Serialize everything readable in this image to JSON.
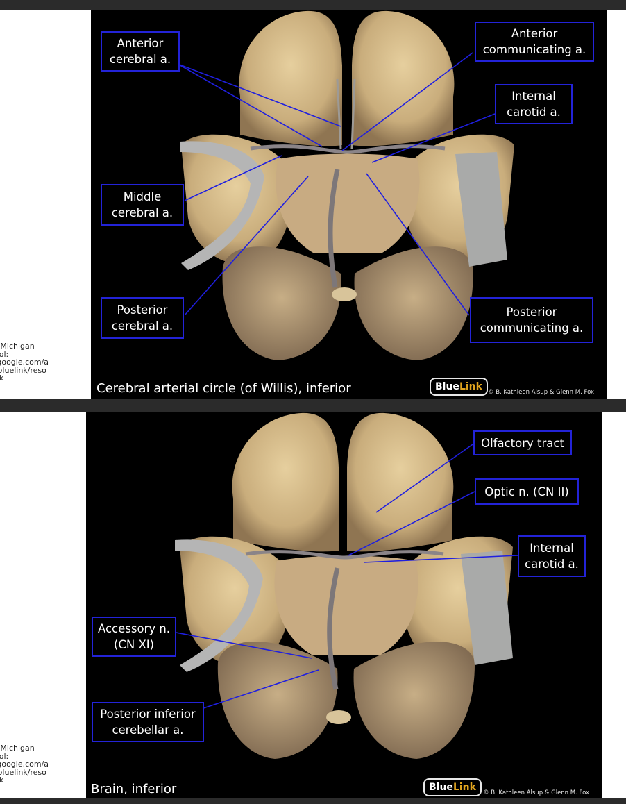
{
  "credits": [
    "ty of Michigan\n School:\nites.google.com/a\nedu/bluelink/reso\nuelink",
    "ty of Michigan\n School:\nites.google.com/a\nedu/bluelink/reso\nuelink"
  ],
  "slide1": {
    "labels": {
      "anterior_cerebral": "Anterior\ncerebral a.",
      "anterior_communicating": "Anterior\ncommunicating a.",
      "internal_carotid": "Internal\ncarotid a.",
      "middle_cerebral": "Middle\ncerebral a.",
      "posterior_cerebral": "Posterior\ncerebral a.",
      "posterior_communicating": "Posterior\ncommunicating a."
    },
    "caption": "Cerebral arterial circle (of Willis), inferior",
    "logo_part1": "Blue",
    "logo_part2": "Link",
    "copyright": "© B. Kathleen Alsup & Glenn M. Fox"
  },
  "slide2": {
    "labels": {
      "olfactory_tract": "Olfactory tract",
      "optic_nerve": "Optic n. (CN II)",
      "internal_carotid": "Internal\ncarotid a.",
      "accessory_nerve": "Accessory n.\n(CN XI)",
      "posterior_inferior_cerebellar": "Posterior inferior\ncerebellar a."
    },
    "caption": "Brain, inferior",
    "logo_part1": "Blue",
    "logo_part2": "Link",
    "copyright": "© B. Kathleen Alsup & Glenn M. Fox"
  },
  "colors": {
    "label_border": "#2323d8",
    "leader_line": "#1f1fe0",
    "logo_accent": "#e2a51e",
    "background_bar": "#2b2b2b"
  }
}
